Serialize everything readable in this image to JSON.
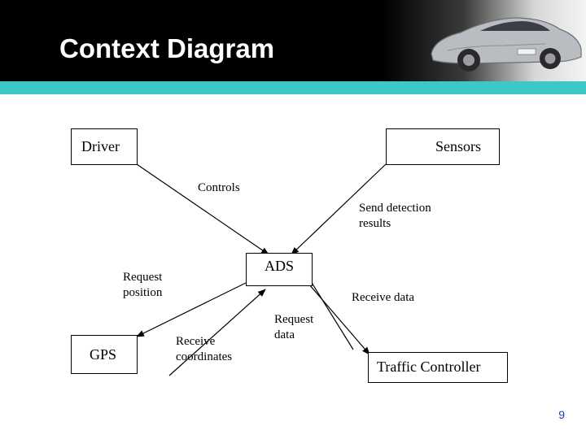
{
  "slide": {
    "title": "Context Diagram",
    "page_number": "9"
  },
  "entities": {
    "driver": "Driver",
    "sensors": "Sensors",
    "ads": "ADS",
    "gps": "GPS",
    "traffic_controller": "Traffic Controller"
  },
  "flows": {
    "controls": "Controls",
    "send_detection": "Send detection results",
    "request_position": "Request position",
    "receive_data": "Receive data",
    "receive_coordinates": "Receive coordinates",
    "request_data": "Request data"
  },
  "colors": {
    "header": "#000000",
    "accent_bar": "#3cc8c8",
    "page_number": "#1a3fb0"
  }
}
